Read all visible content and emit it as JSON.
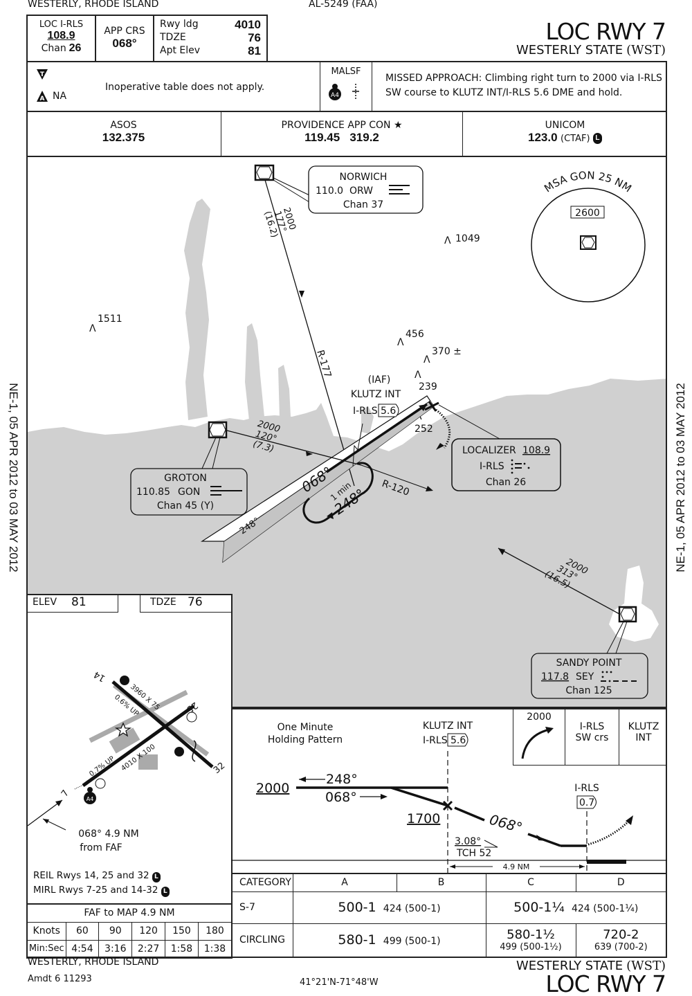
{
  "header": {
    "city_state": "WESTERLY, RHODE ISLAND",
    "chart_id": "AL-5249 (FAA)",
    "procedure": "LOC RWY 7",
    "airport": "WESTERLY STATE",
    "airport_id": "(WST)"
  },
  "briefing": {
    "loc_label": "LOC  I-RLS",
    "loc_freq": "108.9",
    "chan_label": "Chan",
    "chan_value": "26",
    "app_crs_label": "APP CRS",
    "app_crs_value": "068°",
    "rwy_ldg_label": "Rwy ldg",
    "rwy_ldg_value": "4010",
    "tdze_label": "TDZE",
    "tdze_value": "76",
    "apt_elev_label": "Apt Elev",
    "apt_elev_value": "81",
    "takeoff_symbol": "T",
    "alternate_symbol": "A",
    "alternate_text": "NA",
    "inop_note": "Inoperative table does not apply.",
    "lighting_label": "MALSF",
    "missed_approach": "MISSED APPROACH: Climbing right turn to 2000 via I-RLS SW course to KLUTZ INT/I-RLS 5.6 DME and hold."
  },
  "comms": [
    {
      "label": "ASOS",
      "freq": "132.375"
    },
    {
      "label": "PROVIDENCE APP CON ★",
      "freq": "119.45   319.2"
    },
    {
      "label": "UNICOM",
      "freq": "123.0",
      "suffix": "(CTAF)",
      "badge": "L"
    }
  ],
  "side_text": "NE-1, 05 APR 2012 to 03 MAY 2012",
  "plan": {
    "norwich": {
      "name": "NORWICH",
      "freq": "110.0",
      "ident": "ORW",
      "chan": "Chan 37"
    },
    "norwich_route": {
      "alt": "2000",
      "crs": "177°",
      "dist": "(16.2)"
    },
    "groton": {
      "name": "GROTON",
      "freq": "110.85",
      "ident": "GON",
      "chan": "Chan 45 (Y)"
    },
    "groton_route": {
      "alt": "2000",
      "crs": "120°",
      "dist": "(7.3)"
    },
    "sandy_point": {
      "name": "SANDY POINT",
      "freq": "117.8",
      "ident": "SEY",
      "chan": "Chan 125"
    },
    "sandy_route": {
      "alt": "2000",
      "crs": "313°",
      "dist": "(16.5)"
    },
    "localizer": {
      "label": "LOCALIZER",
      "freq": "108.9",
      "ident": "I-RLS",
      "chan": "Chan 26"
    },
    "klutz": {
      "iaf": "(IAF)",
      "name": "KLUTZ INT",
      "loc": "I-RLS",
      "dme": "5.6"
    },
    "radial_177": "R-177",
    "radial_120": "R-120",
    "hold_inbound": "068°",
    "hold_outbound": "248°",
    "hold_time": "1 min",
    "feather_crs": "248°",
    "msa": {
      "label": "MSA GON 25 NM",
      "alt": "2600"
    },
    "obstacles": [
      "1049",
      "1511",
      "456",
      "370 ±",
      "239",
      "252"
    ]
  },
  "airport_diagram": {
    "elev_label": "ELEV",
    "elev_value": "81",
    "tdze_label": "TDZE",
    "tdze_value": "76",
    "rwy_14": "14",
    "rwy_32": "32",
    "rwy_25": "25",
    "rwy_7": "7",
    "rwy_14_32_dims": "3960 X 75",
    "rwy_14_32_grade": "0.6% UP",
    "rwy_7_25_dims": "4010 X 100",
    "rwy_7_25_grade": "0.7% UP",
    "faf_note_1": "068° 4.9 NM",
    "faf_note_2": "from FAF",
    "reil": "REIL Rwys 14, 25 and 32",
    "mirl": "MIRL Rwys 7-25 and 14-32"
  },
  "timing": {
    "title": "FAF to MAP  4.9 NM",
    "knots_label": "Knots",
    "time_label": "Min:Sec",
    "knots": [
      "60",
      "90",
      "120",
      "150",
      "180"
    ],
    "times": [
      "4:54",
      "3:16",
      "2:27",
      "1:58",
      "1:38"
    ]
  },
  "profile": {
    "holding_label_1": "One Minute",
    "holding_label_2": "Holding Pattern",
    "klutz_name": "KLUTZ INT",
    "klutz_loc": "I-RLS",
    "klutz_dme": "5.6",
    "hold_alt": "2000",
    "outbound": "248°",
    "inbound": "068°",
    "faf_alt": "1700",
    "final_crs": "068°",
    "gs_angle": "3.08°",
    "tch": "TCH 52",
    "map_loc": "I-RLS",
    "map_dme": "0.7",
    "distance": "4.9 NM",
    "ma_alt": "2000",
    "ma_step2_1": "I-RLS",
    "ma_step2_2": "SW crs",
    "ma_step3_1": "KLUTZ",
    "ma_step3_2": "INT"
  },
  "minimums": {
    "headers": [
      "CATEGORY",
      "A",
      "B",
      "C",
      "D"
    ],
    "s7": {
      "label": "S-7",
      "ab_main": "500-1",
      "ab_sub": "424 (500-1)",
      "cd_main": "500-1¼",
      "cd_sub": "424 (500-1¼)"
    },
    "circling": {
      "label": "CIRCLING",
      "ab_main": "580-1",
      "ab_sub": "499 (500-1)",
      "c_main": "580-1½",
      "c_sub": "499 (500-1½)",
      "d_main": "720-2",
      "d_sub": "639 (700-2)"
    }
  },
  "footer": {
    "city_state": "WESTERLY, RHODE ISLAND",
    "amendment": "Amdt 6  11293",
    "coords": "41°21'N-71°48'W",
    "airport": "WESTERLY STATE",
    "airport_id": "(WST)",
    "procedure": "LOC RWY 7"
  }
}
